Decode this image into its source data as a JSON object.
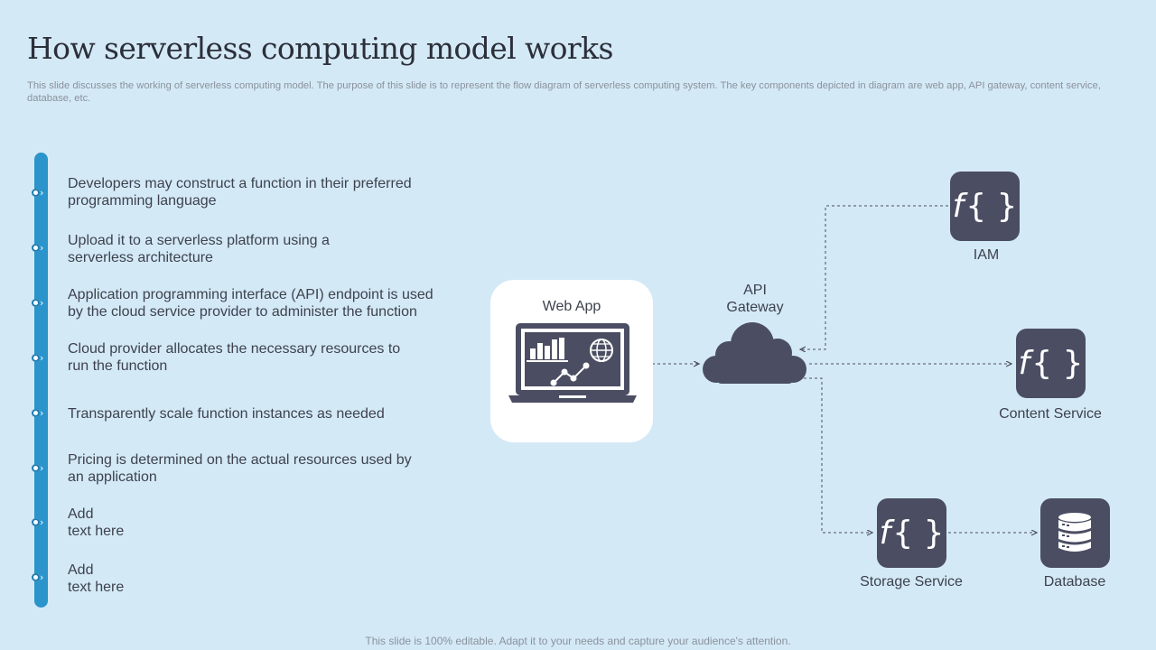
{
  "title": "How serverless computing model works",
  "subtitle": "This slide discusses the working of serverless computing model. The purpose of this slide is to represent the flow diagram of serverless computing system. The key components depicted in diagram are web app, API gateway, content service, database, etc.",
  "steps": [
    {
      "line1": "Developers may construct a function in their preferred",
      "line2": "programming language"
    },
    {
      "line1": "Upload it to a serverless platform using a",
      "line2": "serverless architecture"
    },
    {
      "line1": "Application programming interface (API) endpoint is used",
      "line2": "by the cloud service provider to administer the function"
    },
    {
      "line1": "Cloud provider allocates the necessary resources to",
      "line2": "run the function"
    },
    {
      "line1": "Transparently scale function instances as needed",
      "line2": ""
    },
    {
      "line1": "Pricing is determined on the actual resources used by",
      "line2": "an application"
    },
    {
      "line1": "Add",
      "line2": "text here"
    },
    {
      "line1": "Add",
      "line2": "text here"
    }
  ],
  "diagram": {
    "web_app": "Web App",
    "api_gateway_1": "API",
    "api_gateway_2": "Gateway",
    "iam": "IAM",
    "content_service": "Content Service",
    "storage_service": "Storage Service",
    "database": "Database",
    "function_glyph": "{ }"
  },
  "footer": "This slide is 100% editable. Adapt it to your needs and capture your audience's attention.",
  "colors": {
    "background": "#d4e9f6",
    "timeline": "#2a94cb",
    "node": "#4b4e63"
  }
}
